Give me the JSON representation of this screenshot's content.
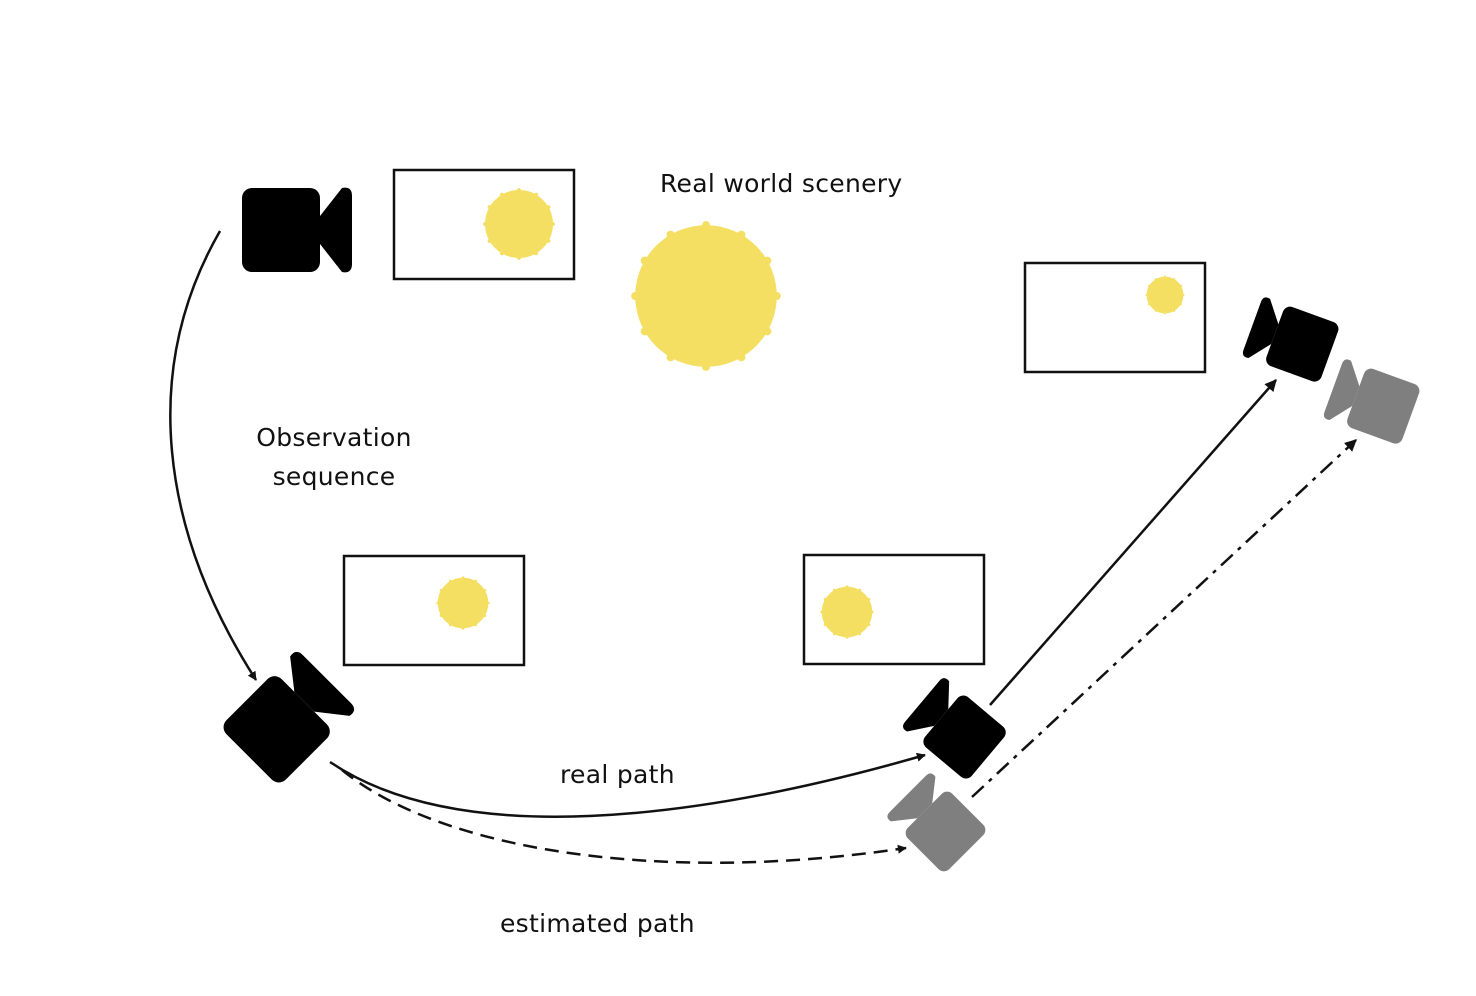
{
  "labels": {
    "scenery": "Real world scenery",
    "observation_line1": "Observation",
    "observation_line2": "sequence",
    "real_path": "real path",
    "estimated_path": "estimated path"
  },
  "colors": {
    "real_camera": "#000000",
    "estimated_camera": "#7f7f7f",
    "sun": "#f4df63",
    "frame_border": "#111111",
    "path": "#111111"
  },
  "icons": {
    "camera": "video-camera-icon",
    "sun": "sun-icon"
  },
  "paths": [
    {
      "name": "real path",
      "style": "solid"
    },
    {
      "name": "estimated path",
      "style": "dashed"
    }
  ]
}
